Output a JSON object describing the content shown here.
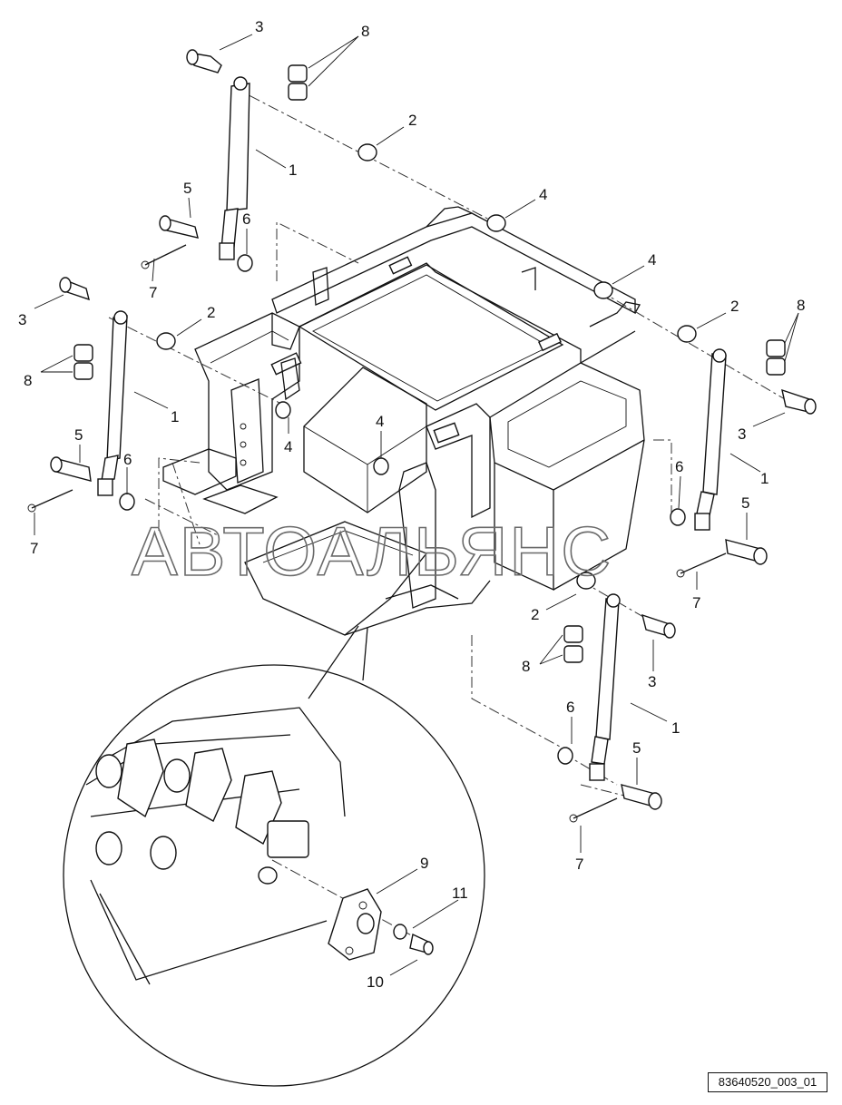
{
  "watermark": "АВТОАЛЬЯНС",
  "drawing_ref": "83640520_003_01",
  "callouts": {
    "c1": "1",
    "c2": "2",
    "c3": "3",
    "c4": "4",
    "c5": "5",
    "c6": "6",
    "c7": "7",
    "c8": "8",
    "c9": "9",
    "c10": "10",
    "c11": "11"
  }
}
